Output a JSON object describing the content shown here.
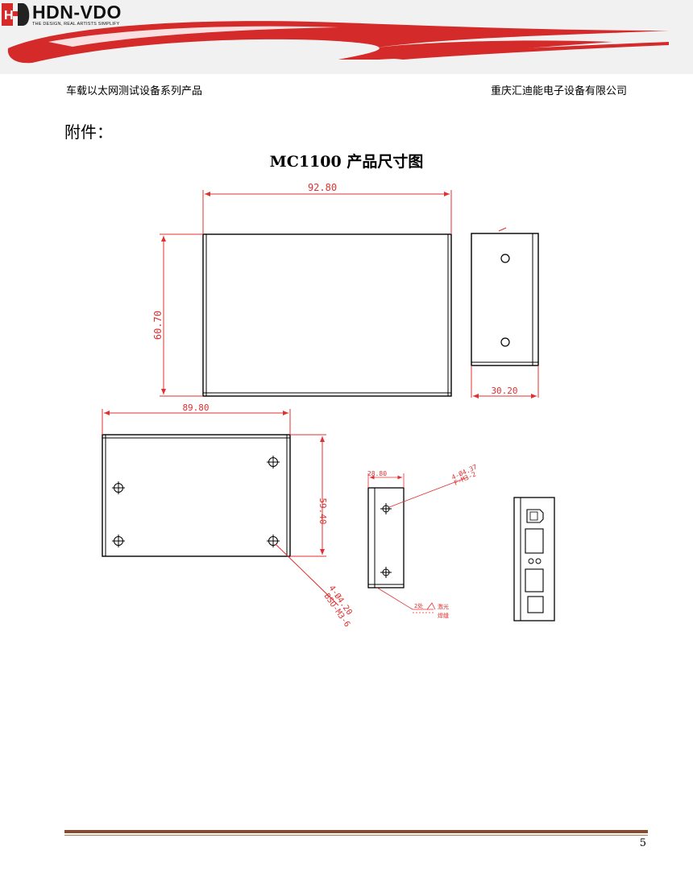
{
  "header": {
    "logo_text": "HDN-VDO",
    "logo_tagline": "THE DESIGN, REAL ARTISTS SIMPLIFY",
    "left_title": "车载以太网测试设备系列产品",
    "right_company": "重庆汇迪能电子设备有限公司"
  },
  "body": {
    "attachment_label": "附件：",
    "figure_title": "MC1100 产品尺寸图"
  },
  "drawing": {
    "top_view": {
      "width_dim": "92.80",
      "height_dim": "60.70"
    },
    "side_view": {
      "depth_dim": "30.20"
    },
    "bottom_view": {
      "width_dim": "89.80",
      "height_dim": "59.40",
      "hole_note_1": "4-Ø4.20",
      "hole_note_2": "BSO-M3-6"
    },
    "bracket_view": {
      "width_dim": "28.80",
      "hole_note_1": "4-Ø4.37",
      "hole_note_2": "F-M3-2",
      "weld_count": "2处",
      "weld_note_1": "激光",
      "weld_note_2": "焊缝"
    }
  },
  "footer": {
    "page_number": "5"
  },
  "colors": {
    "dimension": "#e03030",
    "logo_red": "#d42a2a",
    "footer_rule": "#8a4a2e"
  }
}
